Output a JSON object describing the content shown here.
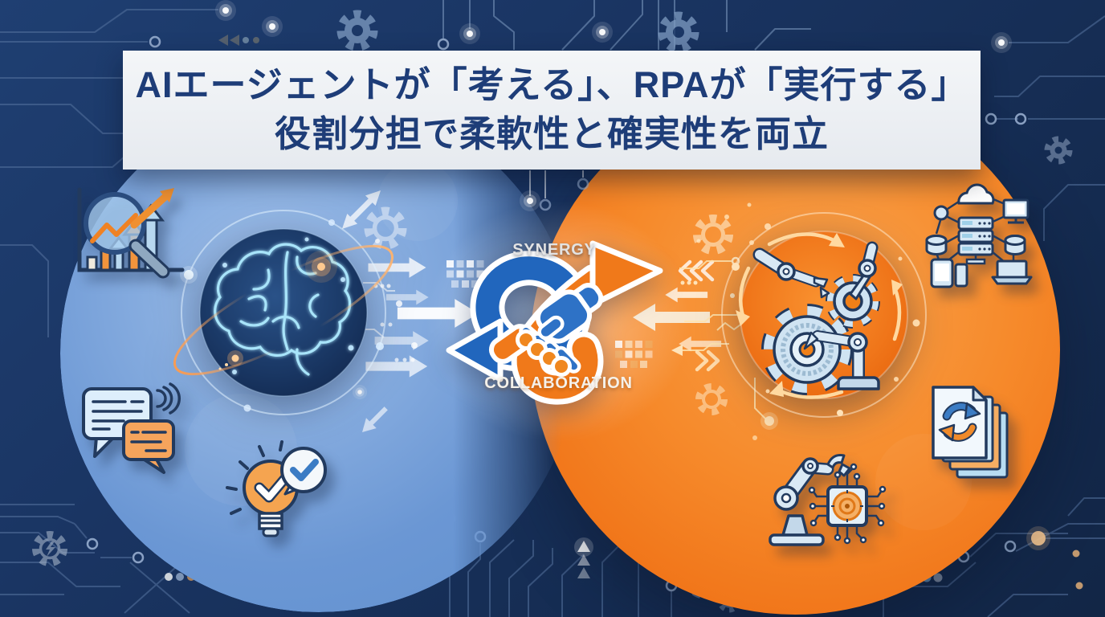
{
  "banner": {
    "title_line1": "AIエージェントが「考える」、RPAが「実行する」",
    "title_line2": "役割分担で柔軟性と確実性を両立"
  },
  "center_labels": {
    "synergy": "SYNERGY",
    "collaboration": "COLLABORATION"
  },
  "left_section": {
    "name": "ai-agent-side",
    "accent_color": "#6b97d4",
    "medallion_icon": "brain-icon",
    "icons": [
      "analytics-magnifier-icon",
      "chat-bubbles-icon",
      "lightbulb-check-icon"
    ]
  },
  "right_section": {
    "name": "rpa-side",
    "accent_color": "#f1761a",
    "medallion_icon": "gears-robot-arms-icon",
    "icons": [
      "network-devices-icon",
      "document-sync-icon",
      "robot-arm-chip-icon"
    ]
  },
  "center_section": {
    "icon": "handshake-arrows-icon",
    "handshake_blue": "#2166bd",
    "handshake_orange": "#f0791a"
  },
  "colors": {
    "background_navy": "#16305a",
    "banner_background": "#eef1f5",
    "title_text": "#1e3d78",
    "brain_stroke": "#a8e4fa",
    "machine_steel": "#cfe3f2",
    "outline_navy": "#223a5e"
  }
}
